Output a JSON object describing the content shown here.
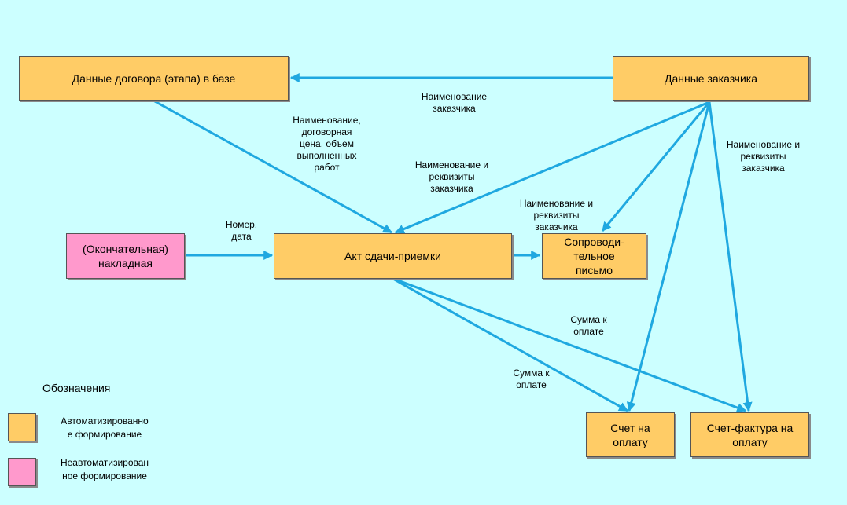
{
  "boxes": {
    "contract_data": "Данные договора (этапа) в базе",
    "customer_data": "Данные заказчика",
    "final_invoice": "(Окончательная)\nнакладная",
    "acceptance_act": "Акт сдачи-приемки",
    "cover_letter": "Сопроводи-\nтельное\nписьмо",
    "payment_invoice": "Счет на\nоплату",
    "tax_invoice": "Счет-фактура на\nоплату"
  },
  "labels": {
    "customer_name": "Наименование\nзаказчика",
    "contract_fields": "Наименование,\nдоговорная\nцена, объем\nвыполненных\nработ",
    "requisites_act": "Наименование и\nреквизиты\nзаказчика",
    "requisites_letter": "Наименование и\nреквизиты\nзаказчика",
    "requisites_right": "Наименование и\nреквизиты\nзаказчика",
    "number_date": "Номер,\nдата",
    "sum_upper": "Сумма к\nоплате",
    "sum_lower": "Сумма к\nоплате"
  },
  "legend": {
    "title": "Обозначения",
    "auto": "Автоматизированно\nе формирование",
    "manual": "Неавтоматизирован\nное формирование"
  },
  "colors": {
    "background": "#ccffff",
    "auto_fill": "#ffcc66",
    "manual_fill": "#ff99cc",
    "arrow": "#1fa8e0"
  }
}
